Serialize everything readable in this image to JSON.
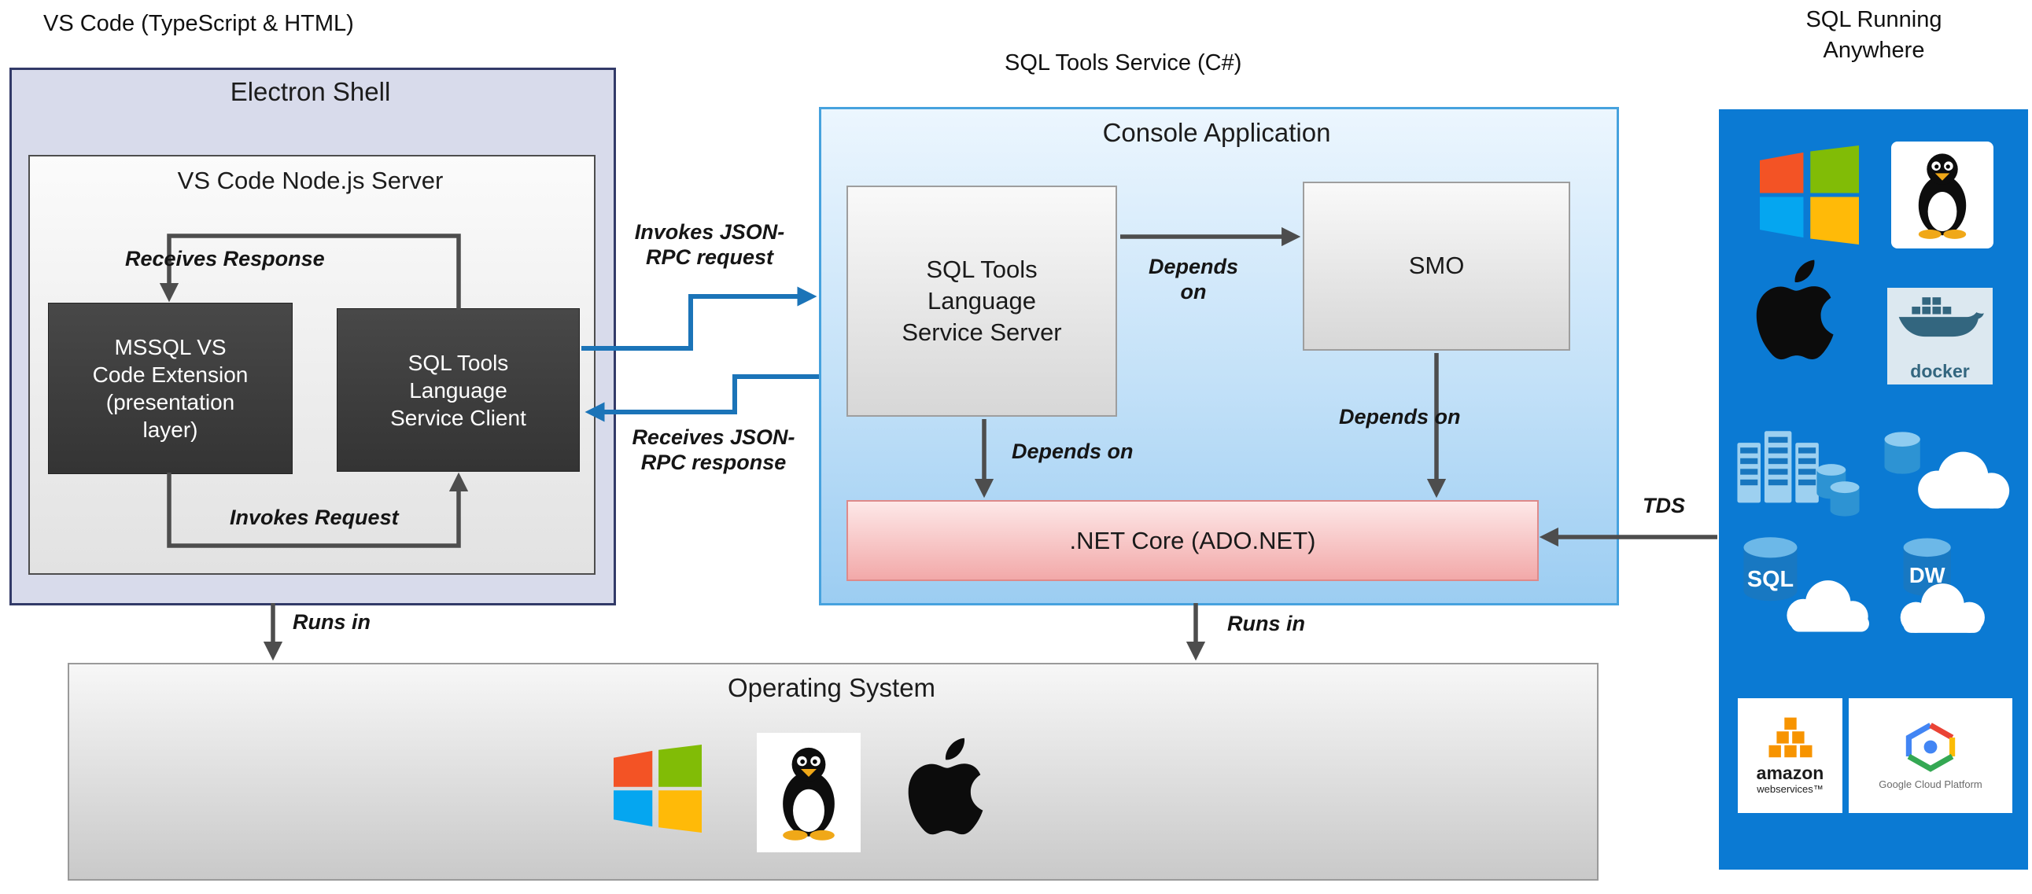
{
  "headers": {
    "vscode": "VS Code (TypeScript & HTML)",
    "sql_tools_service": "SQL Tools Service (C#)",
    "sql_running_anywhere": "SQL Running Anywhere"
  },
  "electron_shell": {
    "title": "Electron Shell",
    "node_server": {
      "title": "VS Code Node.js Server",
      "mssql_extension": "MSSQL VS Code Extension (presentation layer)",
      "language_service_client": "SQL Tools Language Service Client"
    }
  },
  "console_application": {
    "title": "Console Application",
    "language_service_server": "SQL Tools Language Service Server",
    "smo": "SMO",
    "net_core": ".NET Core (ADO.NET)"
  },
  "labels": {
    "receives_response": "Receives Response",
    "invokes_request": "Invokes Request",
    "invokes_jsonrpc_request": "Invokes JSON-RPC request",
    "receives_jsonrpc_response": "Receives JSON-RPC response",
    "depends_on": "Depends on",
    "runs_in": "Runs in",
    "tds": "TDS"
  },
  "operating_system": {
    "title": "Operating System",
    "platform_icons": [
      "windows-logo",
      "linux-tux",
      "apple-logo"
    ]
  },
  "sql_anywhere_panel": {
    "icons": [
      "windows-logo",
      "linux-tux",
      "apple-logo",
      "docker",
      "sql-server-stack",
      "cloud-database",
      "azure-sql-cloud",
      "azure-dw-cloud",
      "amazon-web-services",
      "google-cloud-platform"
    ],
    "docker_label": "docker",
    "sql_label": "SQL",
    "dw_label": "DW",
    "aws_line1": "amazon",
    "aws_line2": "webservices™",
    "gcp_label": "Google Cloud Platform"
  },
  "colors": {
    "electron_fill": "#d8dbeb",
    "electron_border": "#323a68",
    "console_border": "#46a2de",
    "net_core_fill": "#f6b8b8",
    "panel_blue": "#0b7ad3",
    "arrow_dark": "#4d4d4d",
    "arrow_blue": "#1b74b8"
  }
}
